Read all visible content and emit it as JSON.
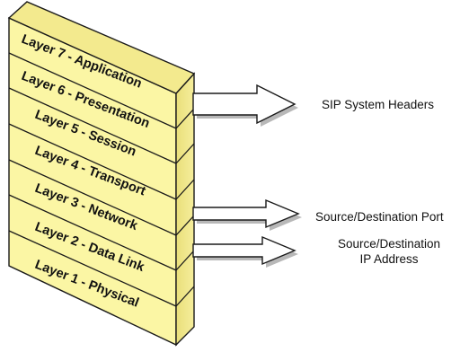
{
  "diagram": {
    "layers": [
      "Layer 7 - Application",
      "Layer 6 - Presentation",
      "Layer 5 - Session",
      "Layer 4 - Transport",
      "Layer 3 - Network",
      "Layer 2 - Data Link",
      "Layer 1 - Physical"
    ],
    "annotations": {
      "sip_headers": "SIP System Headers",
      "port": "Source/Destination Port",
      "ip_line1": "Source/Destination",
      "ip_line2": "IP Address"
    },
    "colors": {
      "front_face": "#fbf6a4",
      "side_face": "#efe583",
      "outline": "#1a1a1a",
      "arrow_fill": "#ffffff",
      "arrow_shadow": "#b8b8b8"
    }
  }
}
